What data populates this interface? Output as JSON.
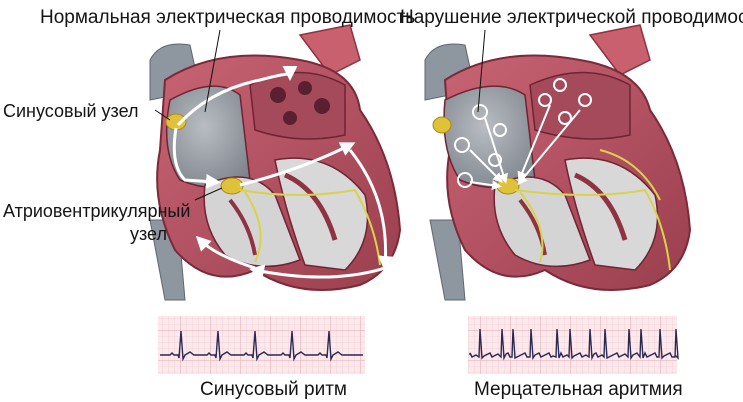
{
  "left_panel": {
    "title": "Нормальная электрическая проводимость",
    "sinus_node_label": "Синусовый узел",
    "av_node_label_line1": "Атриовентрикулярный",
    "av_node_label_line2": "узел",
    "ecg_caption": "Синусовый ритм"
  },
  "right_panel": {
    "title": "Нарушение электрической проводимости",
    "ecg_caption": "Мерцательная аритмия"
  },
  "colors": {
    "myocardium": "#b8505f",
    "chamber_bg": "#9a9fa6",
    "vessel": "#c9606e",
    "node": "#e0c23a",
    "conduction": "#d9d24a",
    "ecg_grid": "#e9a7b4",
    "ecg_trace": "#2a2a52",
    "arrow": "#ffffff"
  },
  "icons": [
    "heart-illustration",
    "ecg-strip",
    "conduction-arrow",
    "fibrillation-swirl"
  ]
}
